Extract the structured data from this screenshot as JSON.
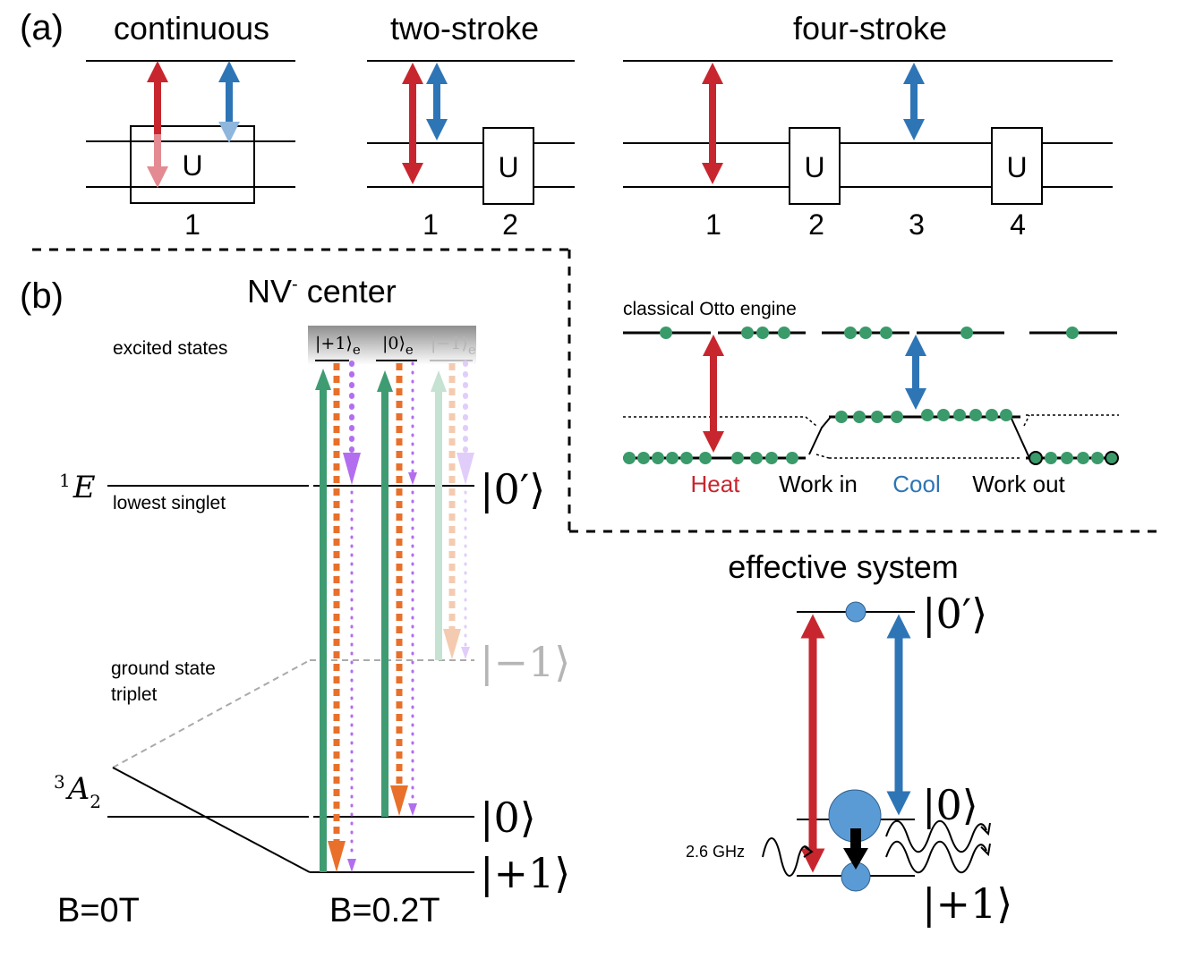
{
  "panel_a": {
    "label": "(a)",
    "continuous": {
      "title": "continuous",
      "unitary": "U",
      "steps": [
        "1"
      ]
    },
    "two_stroke": {
      "title": "two-stroke",
      "unitary": "U",
      "steps": [
        "1",
        "2"
      ]
    },
    "four_stroke": {
      "title": "four-stroke",
      "unitary": "U",
      "steps": [
        "1",
        "2",
        "3",
        "4"
      ]
    }
  },
  "panel_b": {
    "label": "(b)",
    "title": "NV",
    "title_sup": "-",
    "title_rest": " center",
    "excited_states": "excited states",
    "excited_kets": [
      "|+1⟩",
      "|0⟩",
      "|−1⟩"
    ],
    "ket_subscript": "e",
    "singlet_symbol": "E",
    "singlet_sup": "1",
    "singlet_label": "lowest singlet",
    "triplet_symbol": "A",
    "triplet_sup": "3",
    "triplet_sub": "2",
    "triplet_label_1": "ground state",
    "triplet_label_2": "triplet",
    "kets": {
      "zero_prime": "|0′⟩",
      "minus_one": "|−1⟩",
      "zero": "|0⟩",
      "plus_one": "|+1⟩"
    },
    "field_zero": "B=0T",
    "field_high": "B=0.2T"
  },
  "otto": {
    "title": "classical Otto engine",
    "labels": [
      "Heat",
      "Work in",
      "Cool",
      "Work out"
    ]
  },
  "effective": {
    "title": "effective system",
    "kets": {
      "zero_prime": "|0′⟩",
      "zero": "|0⟩",
      "plus_one": "|+1⟩"
    },
    "frequency": "2.6 GHz"
  },
  "colors": {
    "heat": "#c8262e",
    "cool": "#2e75b6",
    "green": "#3f9c72",
    "orange": "#e8702a",
    "purple": "#b36ef0",
    "ball": "#5b9bd5",
    "otto_ball": "#3a9a6a"
  }
}
